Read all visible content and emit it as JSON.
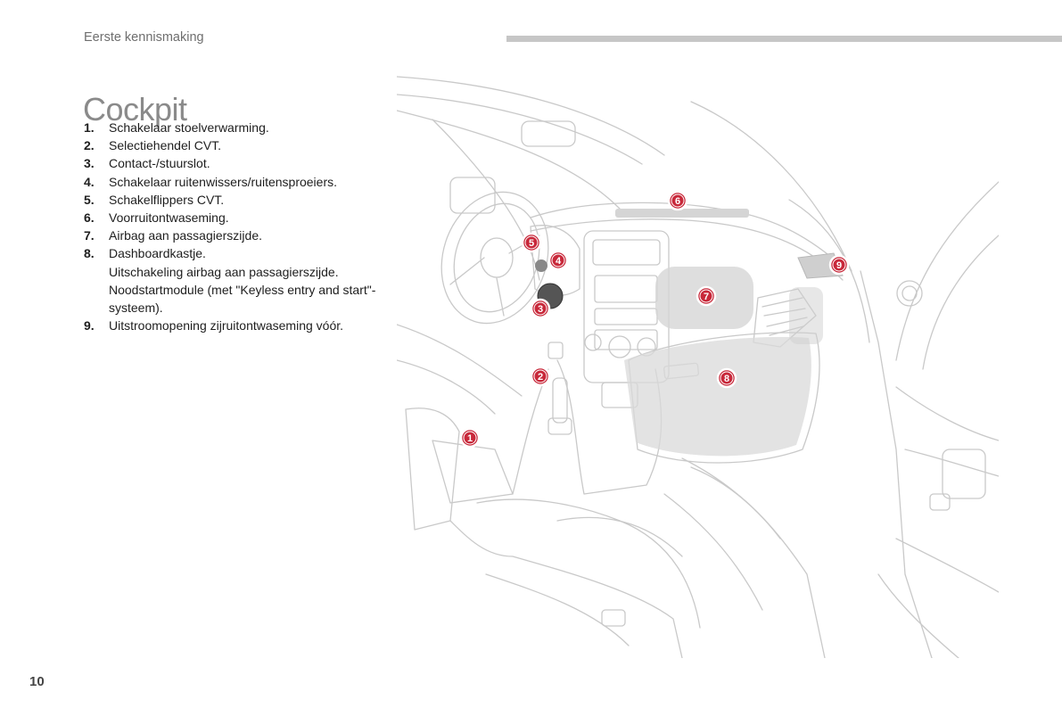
{
  "header": {
    "section_title": "Eerste kennismaking"
  },
  "page": {
    "title": "Cockpit",
    "number": "10"
  },
  "legend": [
    {
      "num": "1.",
      "lines": [
        "Schakelaar stoelverwarming."
      ]
    },
    {
      "num": "2.",
      "lines": [
        "Selectiehendel CVT."
      ]
    },
    {
      "num": "3.",
      "lines": [
        "Contact-/stuurslot."
      ]
    },
    {
      "num": "4.",
      "lines": [
        "Schakelaar ruitenwissers/ruitensproeiers."
      ]
    },
    {
      "num": "5.",
      "lines": [
        "Schakelflippers CVT."
      ]
    },
    {
      "num": "6.",
      "lines": [
        "Voorruitontwaseming."
      ]
    },
    {
      "num": "7.",
      "lines": [
        "Airbag aan passagierszijde."
      ]
    },
    {
      "num": "8.",
      "lines": [
        "Dashboardkastje.",
        "Uitschakeling airbag aan passagierszijde.",
        "Noodstartmodule (met \"Keyless entry and start\"-systeem)."
      ]
    },
    {
      "num": "9.",
      "lines": [
        "Uitstroomopening zijruitontwaseming vóór."
      ]
    }
  ],
  "callouts": [
    "1",
    "2",
    "3",
    "4",
    "5",
    "6",
    "7",
    "8",
    "9"
  ],
  "colors": {
    "callout": "#c8283a",
    "title": "#8a8a8a",
    "bar": "#c6c6c6"
  }
}
